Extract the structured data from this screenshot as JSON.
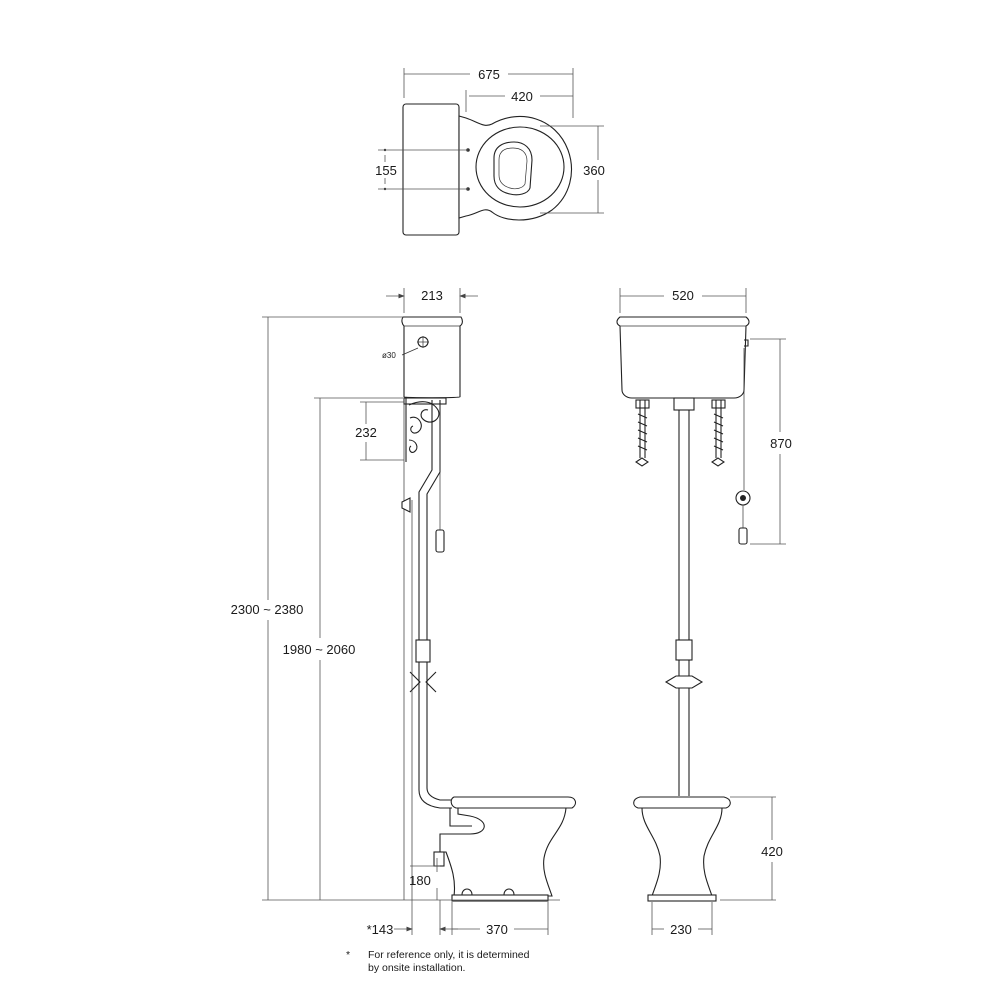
{
  "top_view": {
    "overall_width": "675",
    "bowl_width": "420",
    "fixing_spacing": "155",
    "bowl_depth": "360"
  },
  "side_view": {
    "cistern_depth": "213",
    "outlet_diameter": "ø30",
    "bracket_height": "232",
    "overall_height": "2300 ~ 2380",
    "cistern_base_height": "1980 ~ 2060",
    "outlet_height": "180",
    "outlet_offset": "*143",
    "pan_projection": "370"
  },
  "front_view": {
    "cistern_width": "520",
    "chain_length": "870",
    "pan_height": "420",
    "pan_base_width": "230"
  },
  "footnote": {
    "marker": "*",
    "line1": "For reference only, it is determined",
    "line2": "by onsite installation."
  }
}
